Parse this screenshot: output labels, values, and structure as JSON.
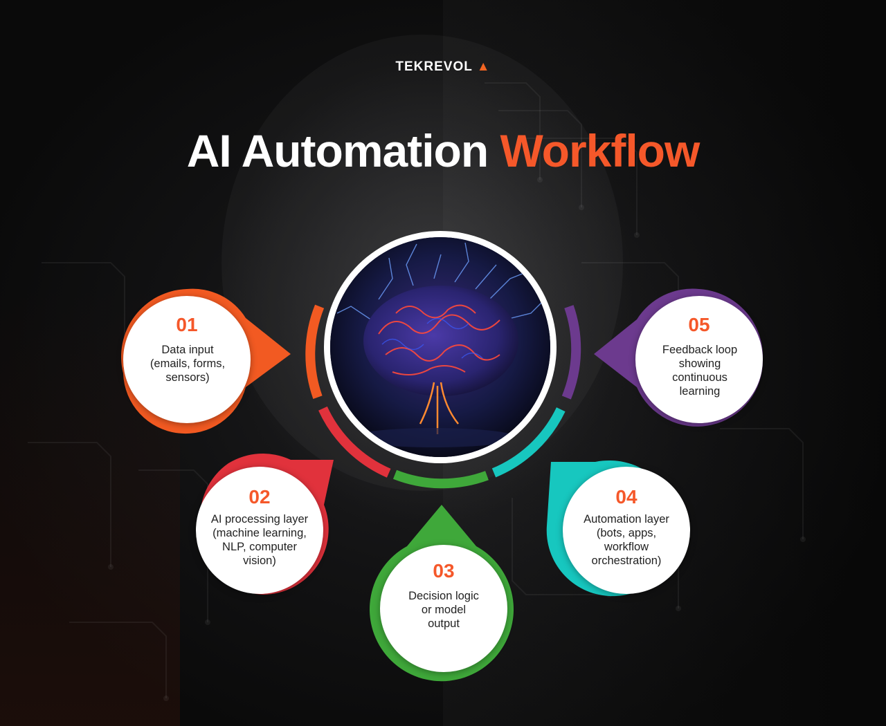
{
  "brand": {
    "logo_text": "TEKREVOL"
  },
  "title": {
    "main": "AI Automation",
    "accent": "Workflow"
  },
  "colors": {
    "step1": "#f25a22",
    "step2": "#e1323c",
    "step3": "#3fa83a",
    "step4": "#17c7bf",
    "step5": "#6c3a8e",
    "accent": "#f5582a"
  },
  "steps": [
    {
      "number": "01",
      "lines": [
        "Data input",
        "(emails, forms,",
        "sensors)"
      ]
    },
    {
      "number": "02",
      "lines": [
        "AI processing layer",
        "(machine learning,",
        "NLP, computer",
        "vision)"
      ]
    },
    {
      "number": "03",
      "lines": [
        "Decision logic",
        "or model",
        "output"
      ]
    },
    {
      "number": "04",
      "lines": [
        "Automation layer",
        "(bots, apps,",
        "workflow",
        "orchestration)"
      ]
    },
    {
      "number": "05",
      "lines": [
        "Feedback loop",
        "showing",
        "continuous",
        "learning"
      ]
    }
  ]
}
